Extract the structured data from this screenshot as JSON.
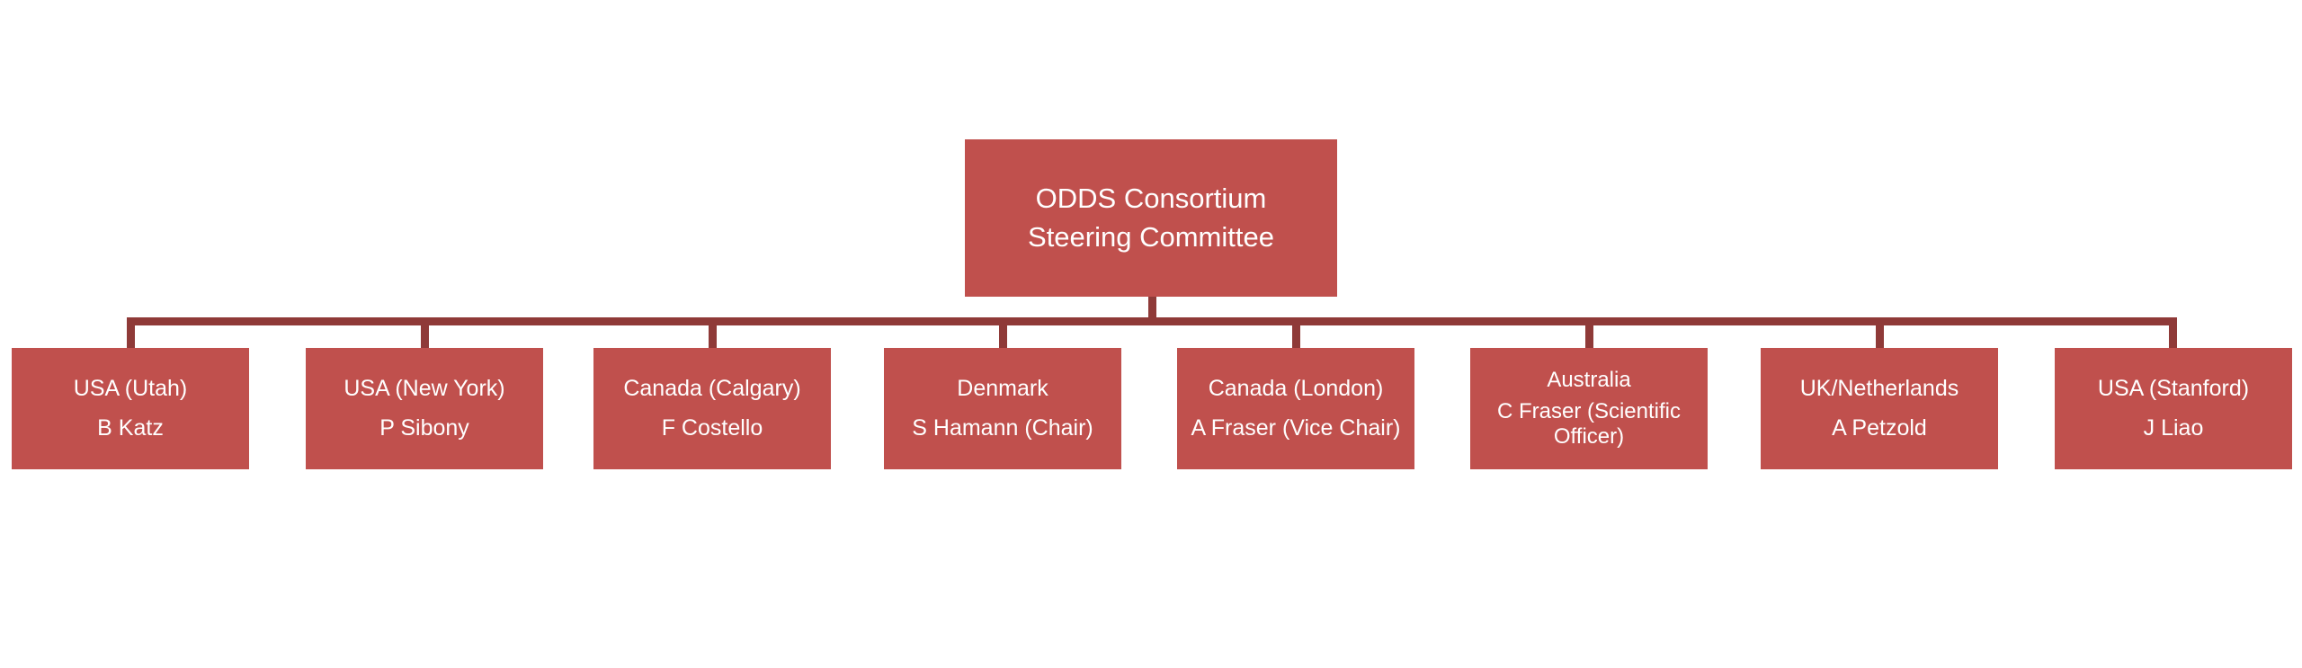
{
  "chart_data": {
    "type": "diagram",
    "diagram_type": "organization-chart",
    "title": "ODDS Consortium Steering Committee",
    "orientation": "top-down",
    "colors": {
      "node_fill": "#c0504d",
      "node_text": "#ffffff",
      "connector": "#8f3a38",
      "background": "#ffffff"
    },
    "root": {
      "lines": [
        "ODDS Consortium",
        "Steering Committee"
      ]
    },
    "children": [
      {
        "region": "USA (Utah)",
        "member": "B Katz"
      },
      {
        "region": "USA (New York)",
        "member": "P Sibony"
      },
      {
        "region": "Canada (Calgary)",
        "member": "F Costello"
      },
      {
        "region": "Denmark",
        "member": "S Hamann (Chair)"
      },
      {
        "region": "Canada (London)",
        "member": "A Fraser (Vice Chair)"
      },
      {
        "region": "Australia",
        "member": "C Fraser (Scientific Officer)"
      },
      {
        "region": "UK/Netherlands",
        "member": "A Petzold"
      },
      {
        "region": "USA (Stanford)",
        "member": "J Liao"
      }
    ]
  }
}
